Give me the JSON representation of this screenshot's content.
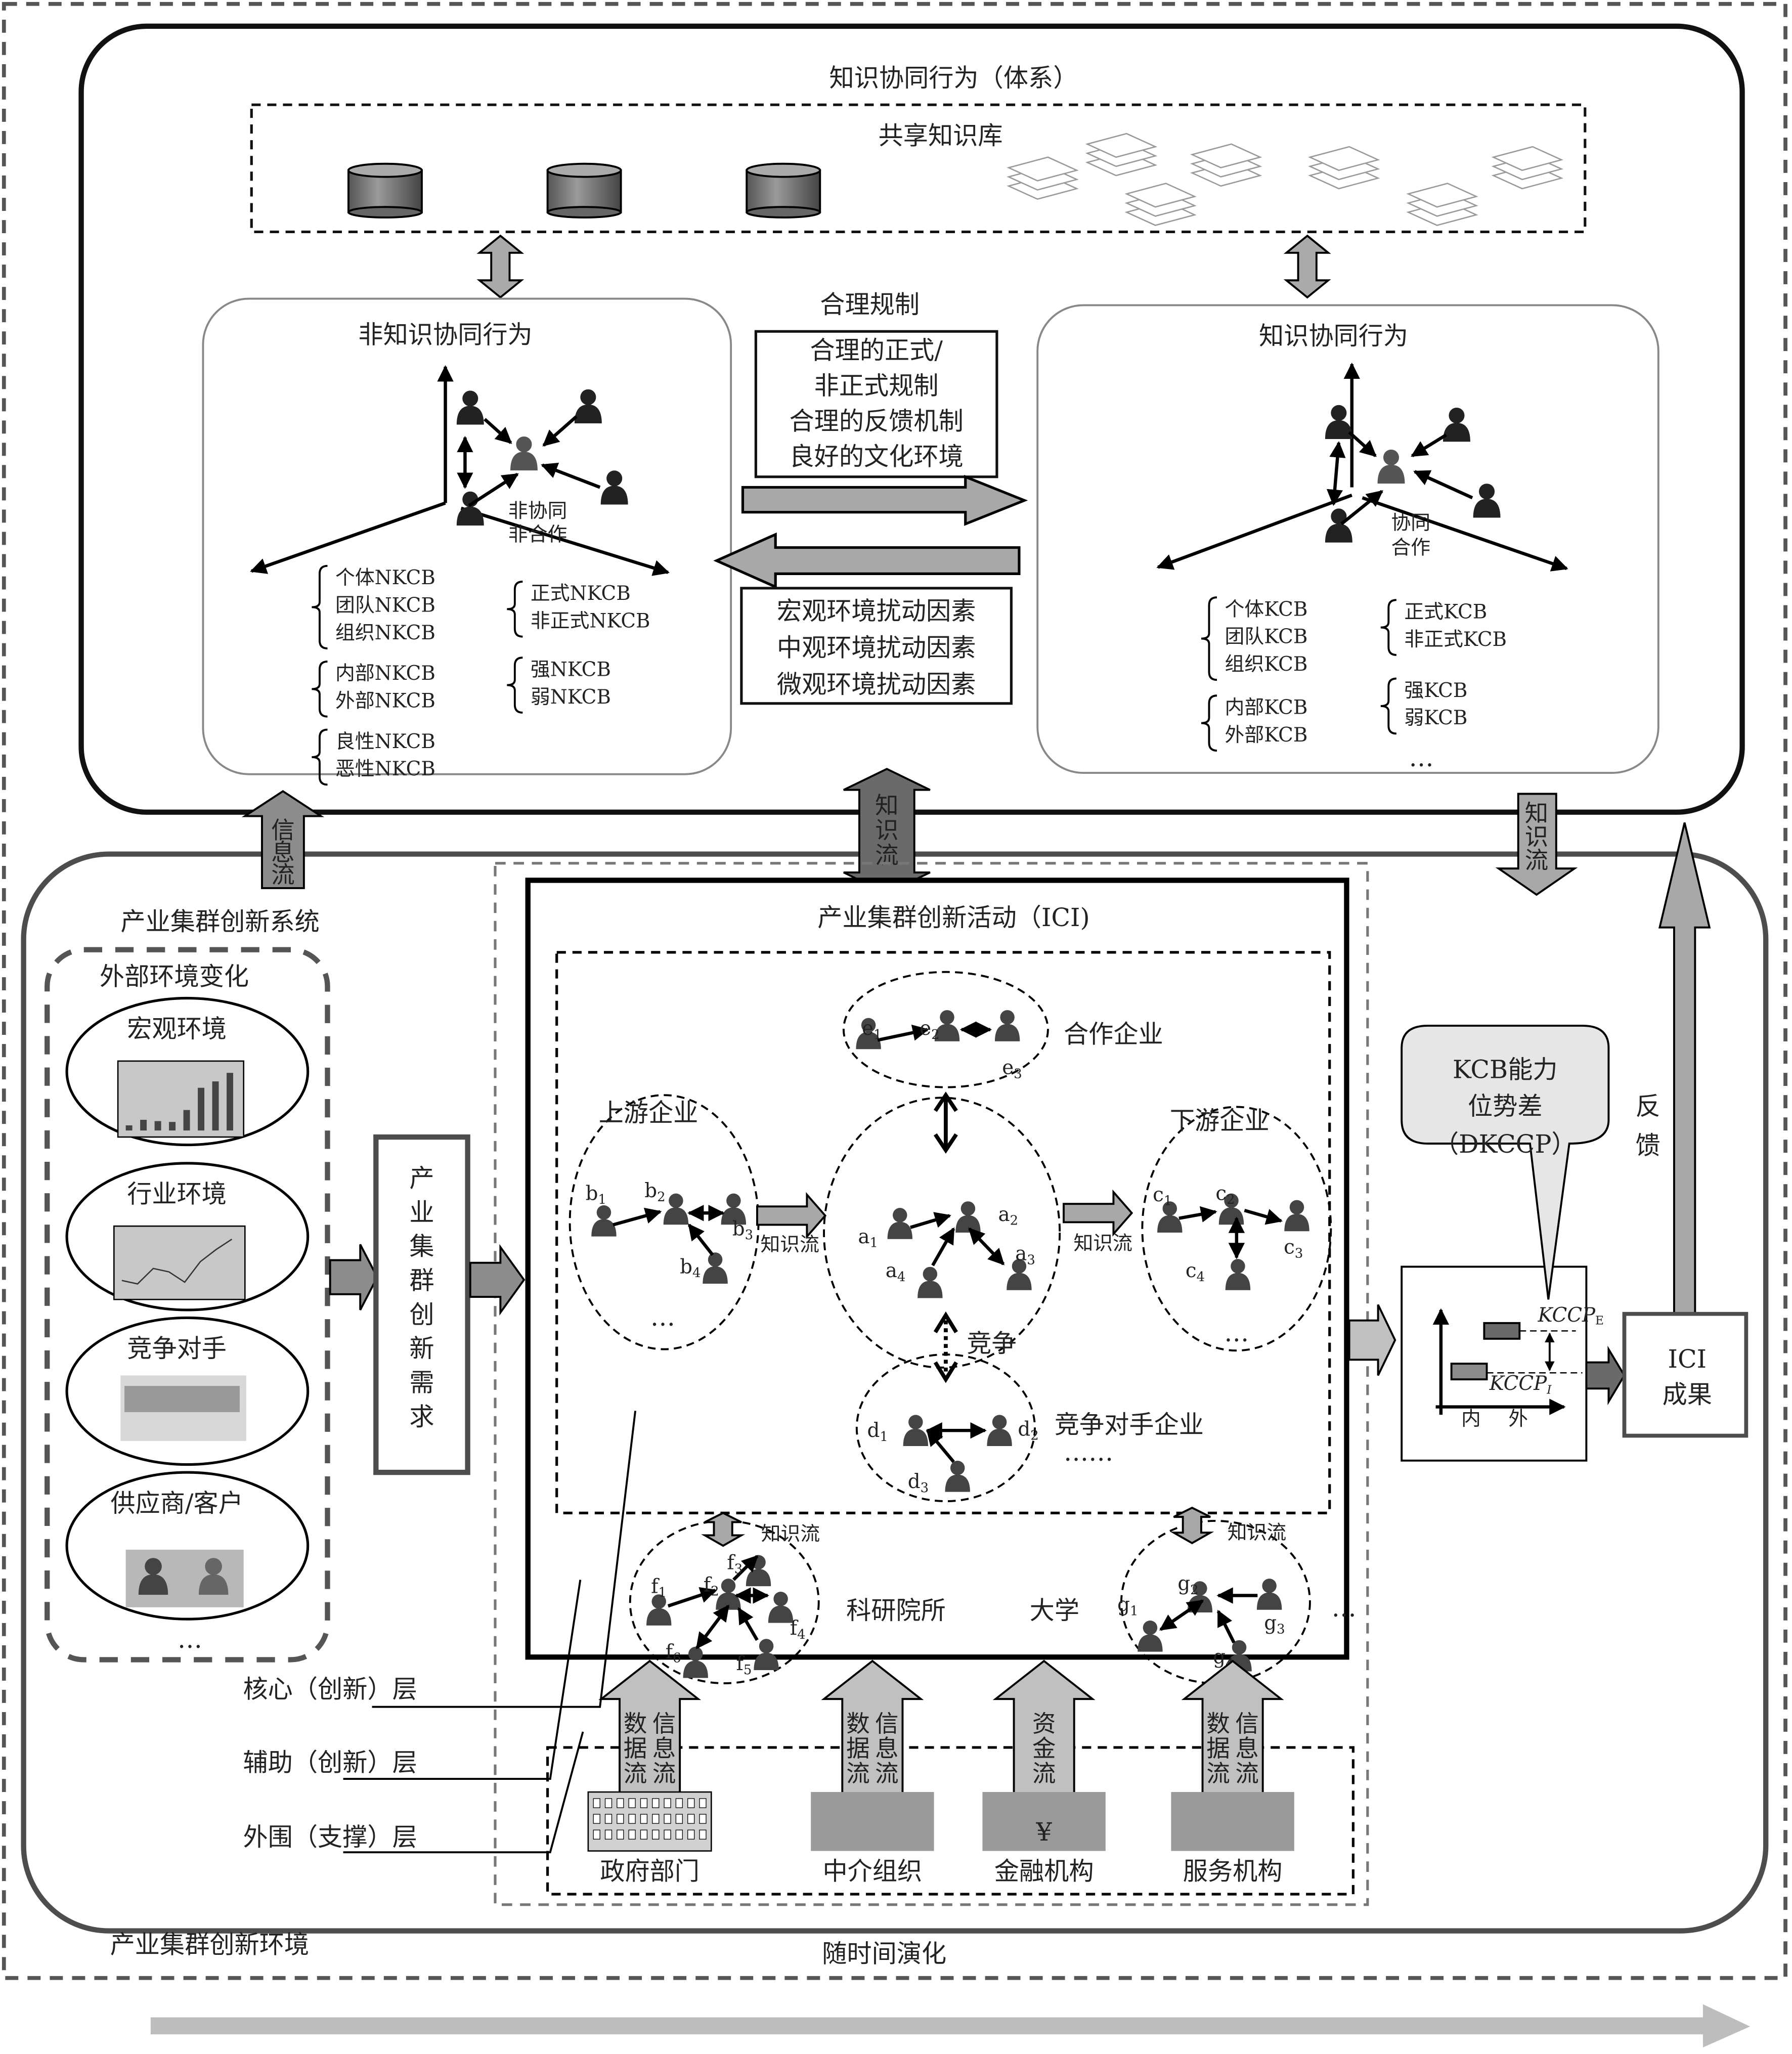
{
  "title_top": "知识协同行为（体系）",
  "shared_kb": {
    "label": "共享知识库"
  },
  "nkcb_panel": {
    "title": "非知识协同行为",
    "center_label": [
      "非协同",
      "非合作"
    ],
    "groups_left": [
      [
        "个体NKCB",
        "团队NKCB",
        "组织NKCB"
      ],
      [
        "内部NKCB",
        "外部NKCB"
      ],
      [
        "良性NKCB",
        "恶性NKCB"
      ]
    ],
    "groups_right": [
      [
        "正式NKCB",
        "非正式NKCB"
      ],
      [
        "强NKCB",
        "弱NKCB"
      ]
    ]
  },
  "kcb_panel": {
    "title": "知识协同行为",
    "center_label": [
      "协同",
      "合作"
    ],
    "groups_left": [
      [
        "个体KCB",
        "团队KCB",
        "组织KCB"
      ],
      [
        "内部KCB",
        "外部KCB"
      ]
    ],
    "groups_right": [
      [
        "正式KCB",
        "非正式KCB"
      ],
      [
        "强KCB",
        "弱KCB"
      ]
    ],
    "ellipsis": "…"
  },
  "regulation": {
    "title": "合理规制",
    "lines": [
      "合理的正式/",
      "非正式规制",
      "合理的反馈机制",
      "良好的文化环境"
    ]
  },
  "disturbance": {
    "lines": [
      "宏观环境扰动因素",
      "中观环境扰动因素",
      "微观环境扰动因素"
    ]
  },
  "flows": {
    "info_flow": "信息流",
    "knowledge_flow": "知识流",
    "knowledge_flow_right": "知识流",
    "data_flow": "数据流",
    "capital_flow": "资金流",
    "feedback": "反馈"
  },
  "system": {
    "title": "产业集群创新系统",
    "environment_title": "产业集群创新环境",
    "time_evolution": "随时间演化"
  },
  "external_env": {
    "title": "外部环境变化",
    "items": [
      "宏观环境",
      "行业环境",
      "竞争对手",
      "供应商/客户"
    ],
    "ellipsis": "…",
    "macro_chart_bars": [
      12,
      25,
      22,
      20,
      48,
      100,
      115,
      135
    ],
    "industry_chart_line": [
      40,
      30,
      75,
      65,
      35,
      95,
      130,
      160
    ]
  },
  "demand_box": {
    "label": "产业集群创新需求"
  },
  "ici": {
    "title": "产业集群创新活动（ICI)",
    "upstream": "上游企业",
    "downstream": "下游企业",
    "cooperative": "合作企业",
    "competitor": "竞争对手企业",
    "competition": "竞争",
    "knowledge_flow": "知识流",
    "research": "科研院所",
    "university": "大学",
    "ellipsis": "…",
    "ellipsis_long": "……",
    "nodes": {
      "b": [
        "b1",
        "b2",
        "b3",
        "b4"
      ],
      "a": [
        "a1",
        "a2",
        "a3",
        "a4"
      ],
      "c": [
        "c1",
        "c2",
        "c3",
        "c4"
      ],
      "e": [
        "e1",
        "e2",
        "e3"
      ],
      "d": [
        "d1",
        "d2",
        "d3"
      ],
      "f": [
        "f1",
        "f2",
        "f3",
        "f4",
        "f5",
        "f6"
      ],
      "g": [
        "g1",
        "g2",
        "g3",
        "g4"
      ]
    }
  },
  "layers": [
    "核心（创新）层",
    "辅助（创新）层",
    "外围（支撑）层"
  ],
  "support_orgs": [
    {
      "label": "政府部门",
      "flows": [
        "数据流",
        "信息流"
      ]
    },
    {
      "label": "中介组织",
      "flows": [
        "数据流",
        "信息流"
      ]
    },
    {
      "label": "金融机构",
      "flows": [
        "资金流"
      ]
    },
    {
      "label": "服务机构",
      "flows": [
        "数据流",
        "信息流"
      ]
    }
  ],
  "dkccp": {
    "callout": [
      "KCB能力",
      "位势差",
      "（DKCCP）"
    ],
    "kccp_e": "KCCP",
    "kccp_e_sub": "E",
    "kccp_i": "KCCP",
    "kccp_i_sub": "I",
    "axis_inner": "内",
    "axis_outer": "外"
  },
  "result": {
    "line1": "ICI",
    "line2": "成果"
  },
  "colors": {
    "arrow_gray": "#a8a8a8",
    "arrow_dark": "#6a6a6a",
    "person_dark": "#2a2a2a",
    "person_mid": "#4d4d4d",
    "callout_fill": "#e6e6e6",
    "time_arrow": "#bdbdbd"
  }
}
